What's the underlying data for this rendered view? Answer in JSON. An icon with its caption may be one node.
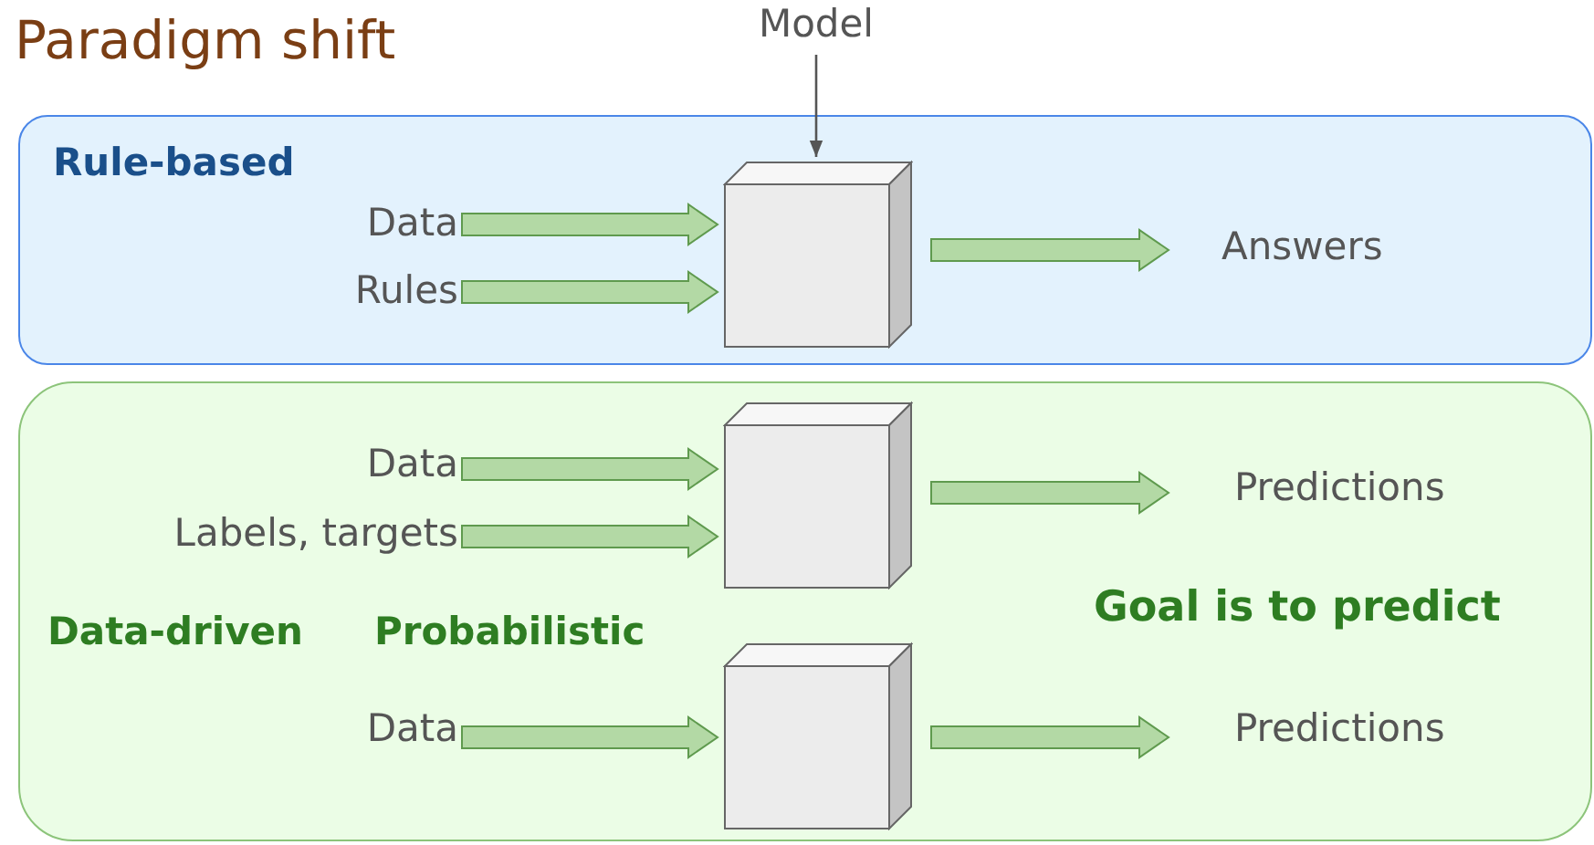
{
  "diagram": {
    "title": "Paradigm shift",
    "nodes": [
      {
        "text": [
          "Model"
        ]
      },
      {
        "text": [
          "Rule-based"
        ]
      },
      {
        "text": [
          "Data"
        ],
        "in": 1
      },
      {
        "text": [
          "Rules"
        ],
        "in": 1
      },
      {
        "text": [],
        "shape": "box",
        "in": 1
      },
      {
        "text": [
          "Answers"
        ],
        "in": 1
      },
      {
        "text": [
          "Data-driven",
          "Probabilistic",
          "Goal is to predict"
        ]
      },
      {
        "text": [
          "Data"
        ],
        "in": 6
      },
      {
        "text": [
          "Labels, targets"
        ],
        "in": 6
      },
      {
        "text": [],
        "shape": "box",
        "in": 6
      },
      {
        "text": [
          "Predictions"
        ],
        "in": 6
      },
      {
        "text": [
          "Data"
        ],
        "in": 6
      },
      {
        "text": [],
        "shape": "box",
        "in": 6
      },
      {
        "text": [
          "Predictions"
        ],
        "in": 6
      }
    ],
    "edges": [
      {
        "from": 0,
        "to": 4,
        "arrow": "to",
        "color": "#555555"
      },
      {
        "from": 2,
        "to": 4,
        "arrow": "to",
        "style": "thick"
      },
      {
        "from": 3,
        "to": 4,
        "arrow": "to",
        "style": "thick"
      },
      {
        "from": 4,
        "to": 5,
        "arrow": "to",
        "style": "thick"
      },
      {
        "from": 7,
        "to": 9,
        "arrow": "to",
        "style": "thick"
      },
      {
        "from": 8,
        "to": 9,
        "arrow": "to",
        "style": "thick"
      },
      {
        "from": 9,
        "to": 10,
        "arrow": "to",
        "style": "thick"
      },
      {
        "from": 11,
        "to": 12,
        "arrow": "to",
        "style": "thick"
      },
      {
        "from": 12,
        "to": 13,
        "arrow": "to",
        "style": "thick"
      }
    ]
  }
}
